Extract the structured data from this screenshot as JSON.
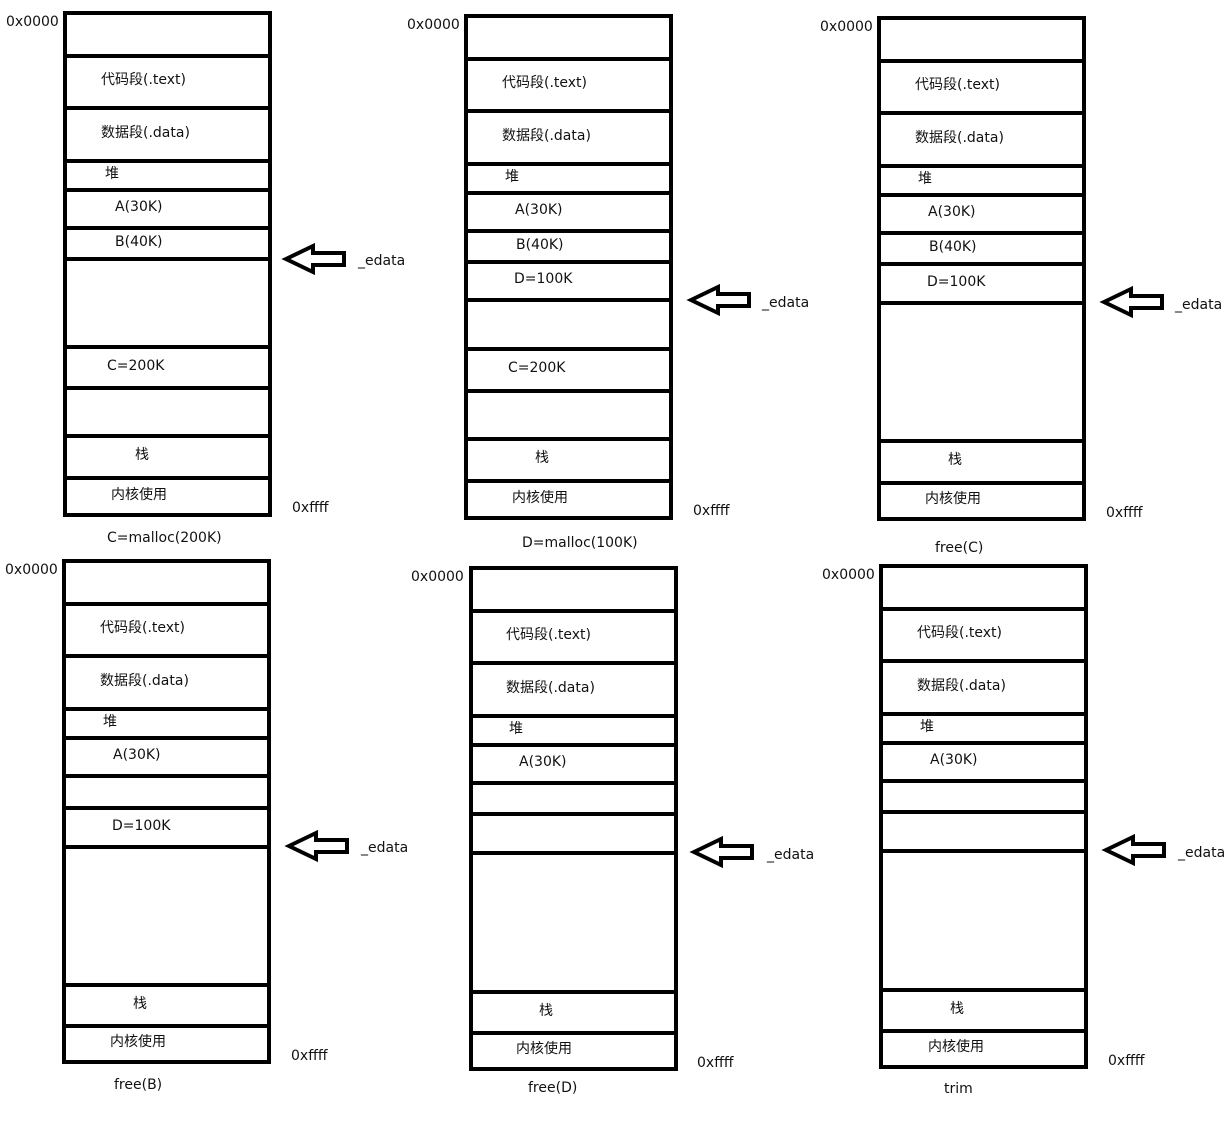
{
  "panels": [
    {
      "top_address": "0x0000",
      "bottom_address": "0xffff",
      "caption": "C=malloc(200K)",
      "pointer_label": "_edata",
      "segments": [
        "",
        "代码段(.text)",
        "数据段(.data)",
        "堆",
        "A(30K)",
        "B(40K)",
        "",
        "C=200K",
        "",
        "栈",
        "内核使用"
      ]
    },
    {
      "top_address": "0x0000",
      "bottom_address": "0xffff",
      "caption": "D=malloc(100K)",
      "pointer_label": "_edata",
      "segments": [
        "",
        "代码段(.text)",
        "数据段(.data)",
        "堆",
        "A(30K)",
        "B(40K)",
        "D=100K",
        "",
        "C=200K",
        "",
        "栈",
        "内核使用"
      ]
    },
    {
      "top_address": "0x0000",
      "bottom_address": "0xffff",
      "caption": "free(C)",
      "pointer_label": "_edata",
      "segments": [
        "",
        "代码段(.text)",
        "数据段(.data)",
        "堆",
        "A(30K)",
        "B(40K)",
        "D=100K",
        "",
        "栈",
        "内核使用"
      ]
    },
    {
      "top_address": "0x0000",
      "bottom_address": "0xffff",
      "caption": "free(B)",
      "pointer_label": "_edata",
      "segments": [
        "",
        "代码段(.text)",
        "数据段(.data)",
        "堆",
        "A(30K)",
        "",
        "D=100K",
        "",
        "栈",
        "内核使用"
      ]
    },
    {
      "top_address": "0x0000",
      "bottom_address": "0xffff",
      "caption": "free(D)",
      "pointer_label": "_edata",
      "segments": [
        "",
        "代码段(.text)",
        "数据段(.data)",
        "堆",
        "A(30K)",
        "",
        "",
        "",
        "栈",
        "内核使用"
      ]
    },
    {
      "top_address": "0x0000",
      "bottom_address": "0xffff",
      "caption": "trim",
      "pointer_label": "_edata",
      "segments": [
        "",
        "代码段(.text)",
        "数据段(.data)",
        "堆",
        "A(30K)",
        "",
        "",
        "",
        "栈",
        "内核使用"
      ]
    }
  ]
}
